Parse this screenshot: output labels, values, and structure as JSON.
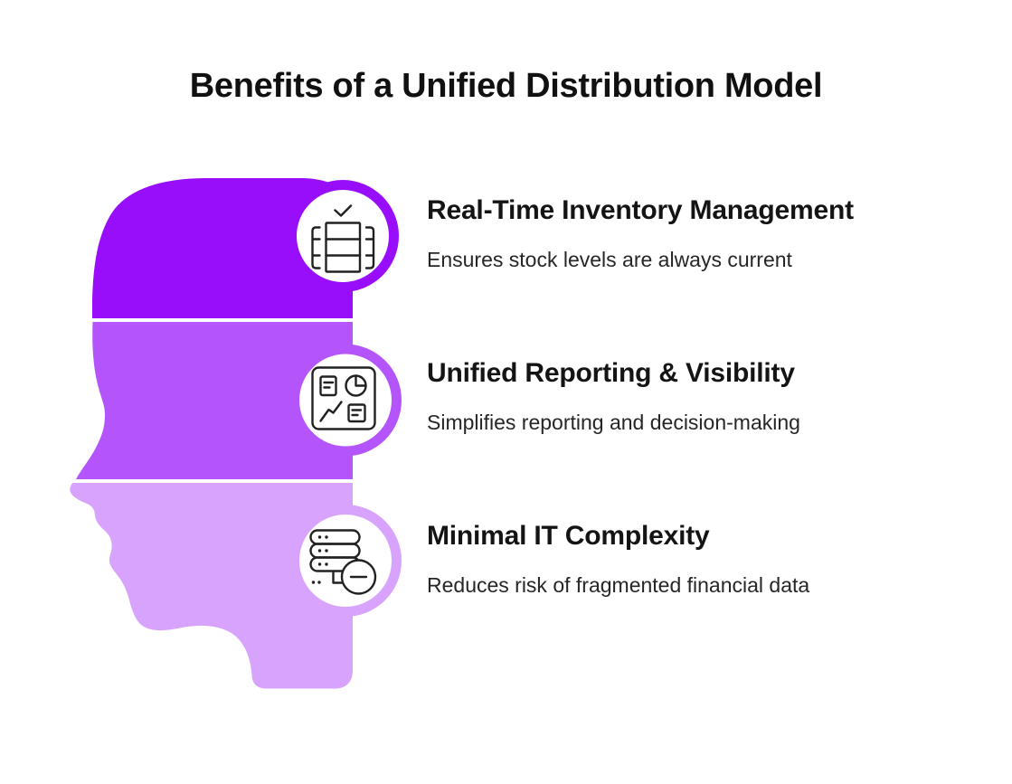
{
  "title": "Benefits of a Unified Distribution Model",
  "colors": {
    "section_top": "#990efa",
    "section_middle": "#b455fb",
    "section_bottom": "#d7a3fc",
    "icon_stroke": "#212121",
    "circle_fill": "#ffffff",
    "heading_text": "#141414",
    "description_text": "#262626"
  },
  "benefits": [
    {
      "heading": "Real-Time Inventory Management",
      "description": "Ensures stock levels are always current",
      "icon": "inventory-check-icon"
    },
    {
      "heading": "Unified Reporting & Visibility",
      "description": "Simplifies reporting and decision-making",
      "icon": "dashboard-report-icon"
    },
    {
      "heading": "Minimal IT Complexity",
      "description": "Reduces risk of fragmented financial data",
      "icon": "server-minus-icon"
    }
  ]
}
